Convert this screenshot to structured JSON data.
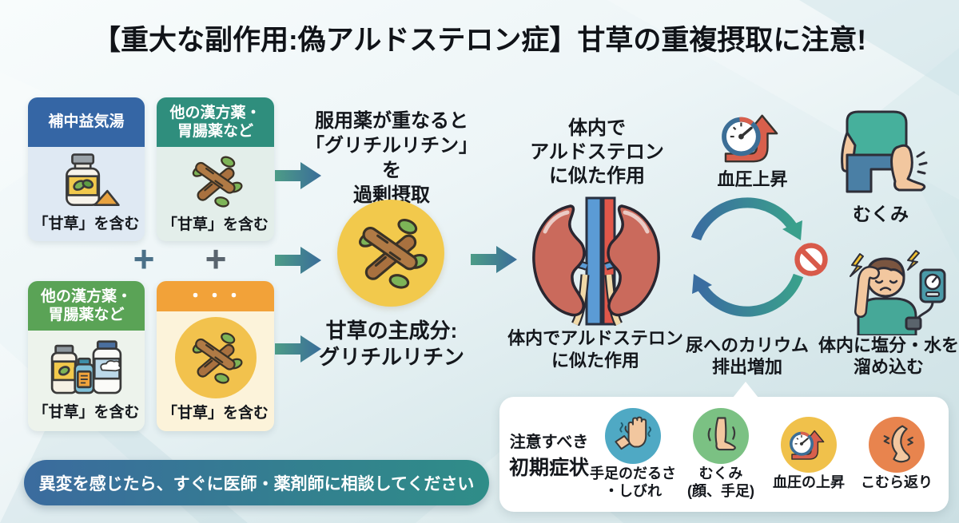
{
  "title": "【重大な副作用:偽アルドステロン症】甘草の重複摂取に注意!",
  "sources": {
    "plus_sign": "+",
    "boxes": [
      {
        "header": "補中益気湯",
        "caption": "「甘草」を含む",
        "header_color": "#3566a5",
        "icon": "medicine-bottle-icon"
      },
      {
        "header": "他の漢方薬・\n胃腸薬など",
        "caption": "「甘草」を含む",
        "header_color": "#2f8e7d",
        "icon": "licorice-icon"
      },
      {
        "header": "他の漢方薬・\n胃腸薬など",
        "caption": "「甘草」を含む",
        "header_color": "#5aa356",
        "icon": "medicine-bottles-icon"
      },
      {
        "header": "・・・",
        "caption": "「甘草」を含む",
        "header_color": "#f2a239",
        "icon": "licorice-icon"
      }
    ]
  },
  "center": {
    "overdose_text": "服用薬が重なると\n「グリチルリチン」を\n過剰摂取",
    "component_text": "甘草の主成分:\nグリチルリチン"
  },
  "kidney": {
    "action_text_top": "体内で\nアルドステロン\nに似た作用",
    "action_text_bottom": "体内でアルドステロン\nに似た作用"
  },
  "cycle": {
    "bp_label": "血圧上昇",
    "swelling_label": "むくみ",
    "potassium_label": "尿へのカリウム\n排出増加",
    "retention_label": "体内に塩分・水を\n溜め込む"
  },
  "warning_banner": "異変を感じたら、すぐに医師・薬剤師に相談してください",
  "symptoms_panel": {
    "heading_line1": "注意すべき",
    "heading_line2": "初期症状",
    "items": [
      {
        "label": "手足のだるさ\n・しびれ",
        "icon": "numb-hand-icon",
        "color": "#4fa9c4"
      },
      {
        "label": "むくみ\n(顔、手足)",
        "icon": "swollen-leg-icon",
        "color": "#7bc183"
      },
      {
        "label": "血圧の上昇",
        "icon": "blood-pressure-rise-icon",
        "color": "#f0c14b"
      },
      {
        "label": "こむら返り",
        "icon": "leg-cramp-icon",
        "color": "#e8844e"
      }
    ]
  },
  "colors": {
    "arrow_gradient": [
      "#4d9c87",
      "#3a6d99"
    ],
    "cycle_gradient": [
      "#3a6da0",
      "#3aa08c"
    ],
    "banner_gradient": [
      "#3b6b9e",
      "#2f8d88"
    ],
    "licorice_circle": "#f2c94c",
    "prohibition_red": "#d85a4a"
  }
}
